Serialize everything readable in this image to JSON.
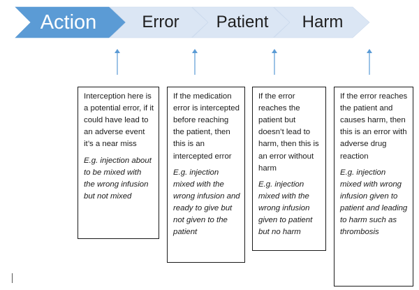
{
  "stages": [
    {
      "label": "Action",
      "fill": "#5b9bd5"
    },
    {
      "label": "Error",
      "fill": "#dbe6f4"
    },
    {
      "label": "Patient",
      "fill": "#dbe6f4"
    },
    {
      "label": "Harm",
      "fill": "#dbe6f4"
    }
  ],
  "arrow_color": "#5b9bd5",
  "boxes": [
    {
      "text": "Interception here is a potential error, if it could have lead to an adverse event it’s a near miss",
      "example": "E.g. injection about to be mixed with the wrong infusion but not mixed"
    },
    {
      "text": "If the medication error is intercepted before reaching the patient, then this is an intercepted error",
      "example": "E.g. injection mixed with the wrong infusion and ready to give but not given to the patient"
    },
    {
      "text": "If the error reaches the patient but doesn’t lead to harm, then this is an error without harm",
      "example": "E.g. injection mixed with the wrong infusion given to patient but no harm"
    },
    {
      "text": "If the error reaches the patient and causes harm, then this is an error with adverse drug reaction",
      "example": "E.g. injection mixed with wrong infusion given to patient and leading to harm such as thrombosis"
    }
  ]
}
